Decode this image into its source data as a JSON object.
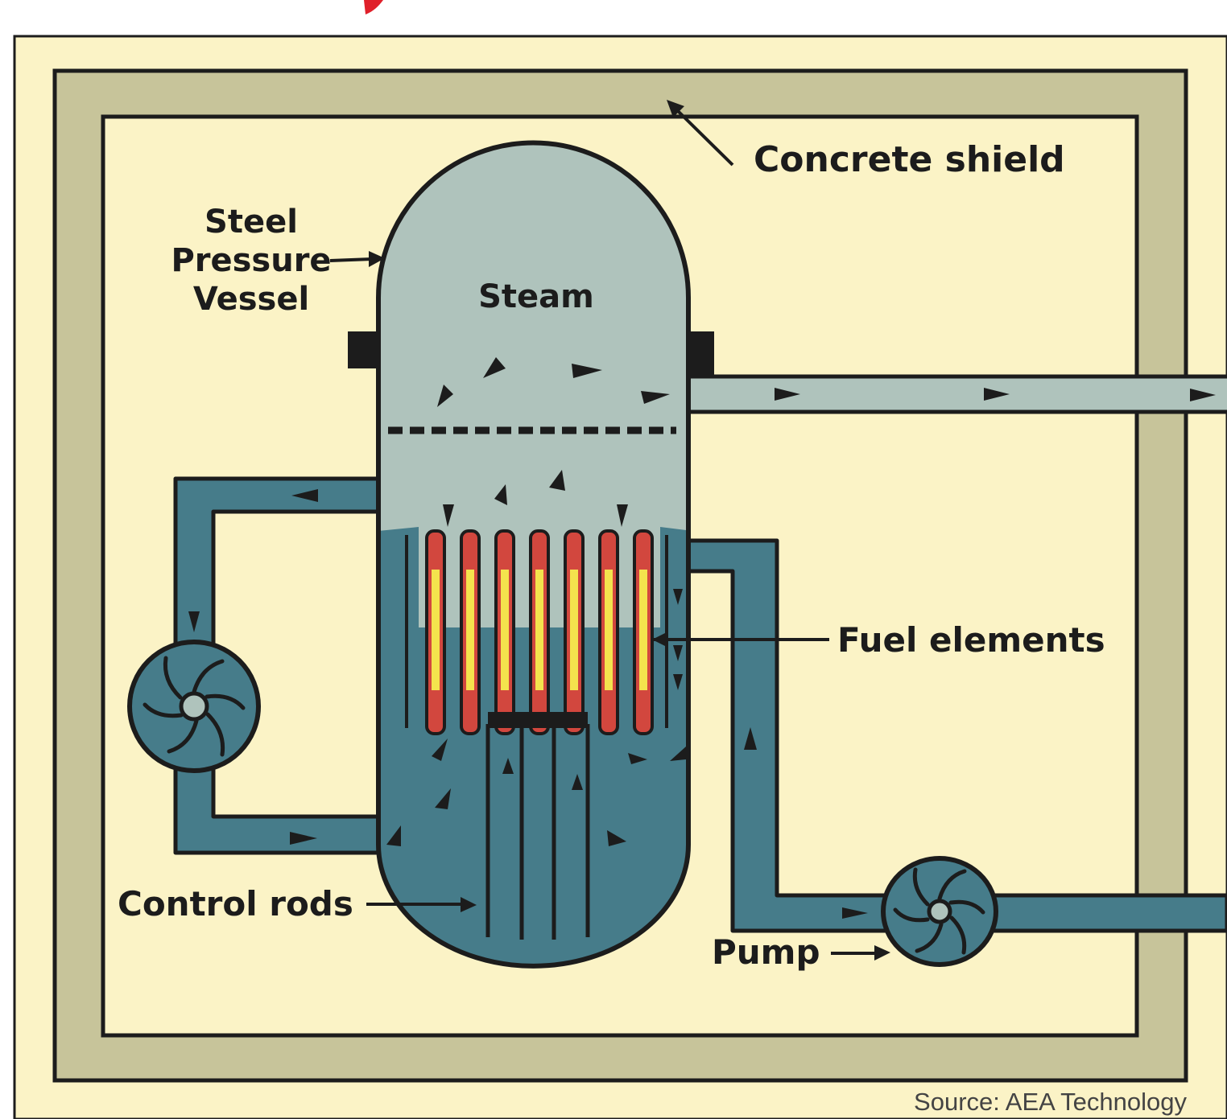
{
  "labels": {
    "concrete_shield": "Concrete shield",
    "steel_pressure_vessel": [
      "Steel",
      "Pressure",
      "Vessel"
    ],
    "steam": "Steam",
    "fuel_elements": "Fuel elements",
    "control_rods": "Control rods",
    "pump": "Pump",
    "source": "Source: AEA Technology"
  },
  "colors": {
    "background": "#FBF3C6",
    "concrete_band": "#C7C49A",
    "outline": "#1C1C1C",
    "steam_gray": "#AFC3BC",
    "water_blue": "#467C8A",
    "fuel_red": "#D2473E",
    "fuel_yellow": "#F4E34D",
    "header_red": "#E0202A"
  },
  "icons": [
    "recirculation-pump-icon",
    "feed-pump-icon",
    "flow-arrow-icon"
  ]
}
